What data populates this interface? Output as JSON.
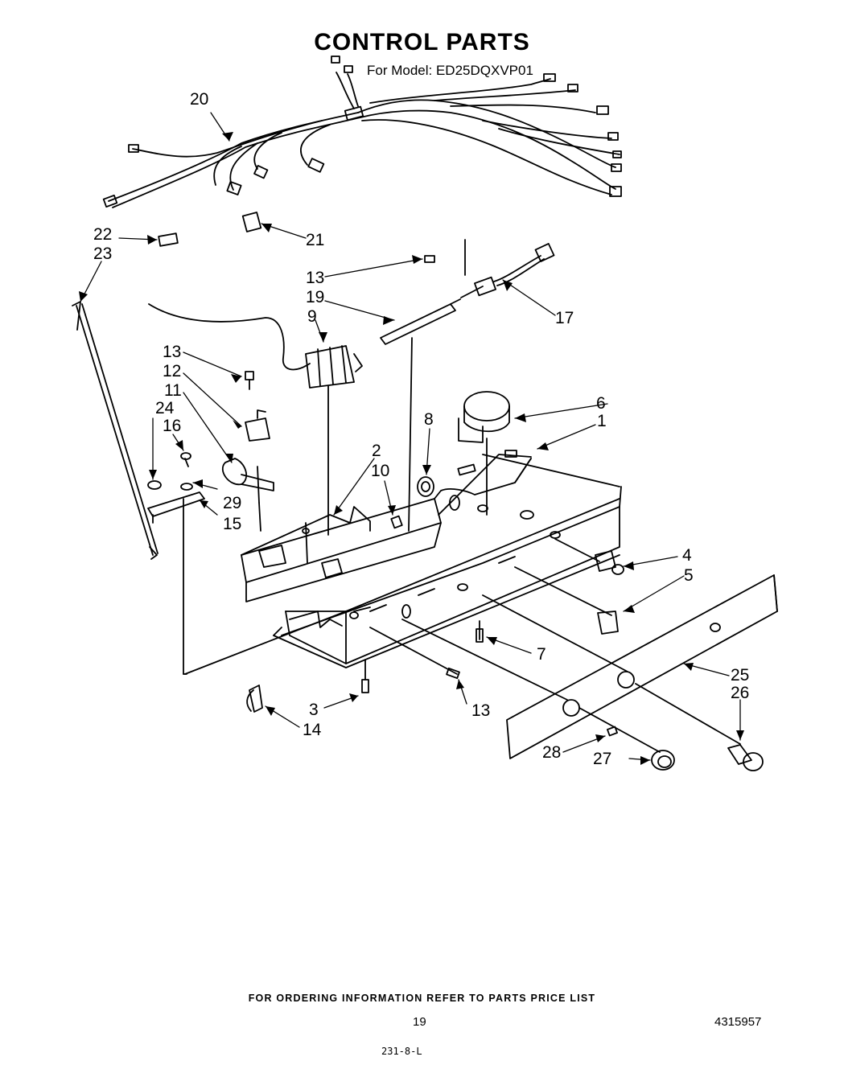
{
  "header": {
    "title": "CONTROL PARTS",
    "model_line": "For Model: ED25DQXVP01"
  },
  "callouts": {
    "c1": "1",
    "c3": "3",
    "c4": "4",
    "c5": "5",
    "c6": "6",
    "c7": "7",
    "c8": "8",
    "c9": "9",
    "c10": "10",
    "c11": "11",
    "c12": "12",
    "c13a": "13",
    "c13b": "13",
    "c13c": "13",
    "c14": "14",
    "c15": "15",
    "c16": "16",
    "c17": "17",
    "c19": "19",
    "c2": "2",
    "c20": "20",
    "c21": "21",
    "c22": "22",
    "c23": "23",
    "c24": "24",
    "c25": "25",
    "c26": "26",
    "c27": "27",
    "c28": "28",
    "c29": "29"
  },
  "footer": {
    "ordering_note": "FOR ORDERING INFORMATION REFER TO PARTS PRICE LIST",
    "page_number": "19",
    "document_number": "4315957",
    "code": "231-8-L"
  }
}
